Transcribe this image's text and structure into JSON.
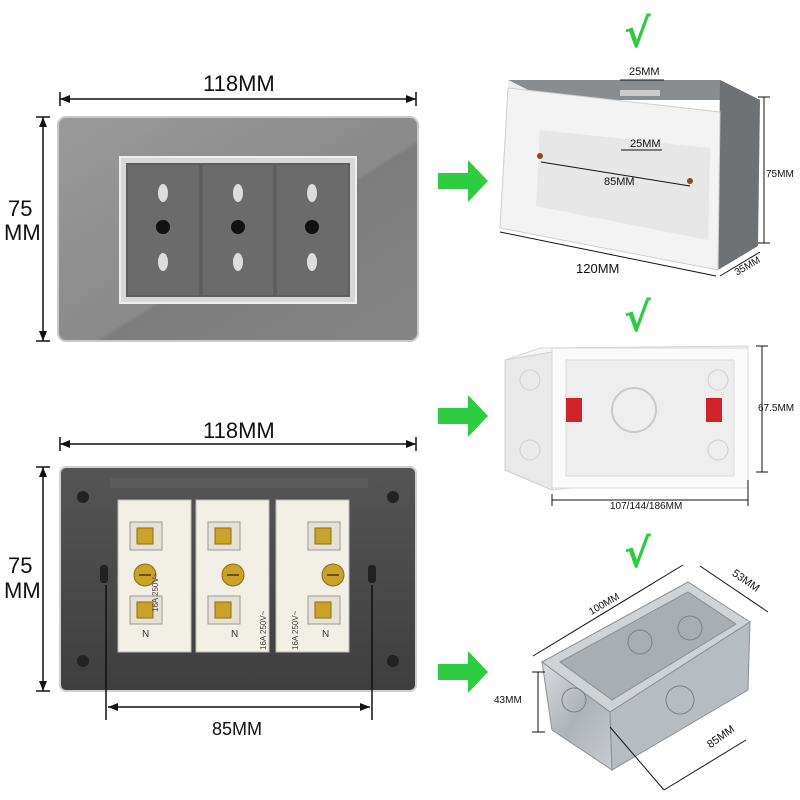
{
  "front_plate": {
    "width_label": "118MM",
    "height_label_top": "75",
    "height_label_bottom": "MM",
    "plate_color": "#8f8f8f",
    "socket_count": 3
  },
  "back_plate": {
    "width_label": "118MM",
    "height_label_top": "75",
    "height_label_bottom": "MM",
    "mount_span_label": "85MM",
    "module_labels": [
      {
        "pole": "N",
        "rating": "16A 250V~"
      },
      {
        "pole": "N",
        "rating": "16A 250V~"
      },
      {
        "pole": "N",
        "rating": "16A 250V~"
      }
    ]
  },
  "box_grey": {
    "check": "√",
    "top_slot": "25MM",
    "inner_hole": "25MM",
    "mount_span": "85MM",
    "height": "75MM",
    "length": "120MM",
    "depth": "35MM"
  },
  "box_white": {
    "check": "√",
    "height": "67.5MM",
    "length": "107/144/186MM"
  },
  "box_metal": {
    "check": "√",
    "top_length": "100MM",
    "top_width": "53MM",
    "height": "43MM",
    "bottom_length": "85MM"
  },
  "colors": {
    "arrow": "#2ecc40",
    "check": "#2ecc40",
    "plate_front": "#8f8f8f",
    "plate_back": "#4a4a4a",
    "module": "#f2efe6",
    "terminal": "#c9a227"
  }
}
